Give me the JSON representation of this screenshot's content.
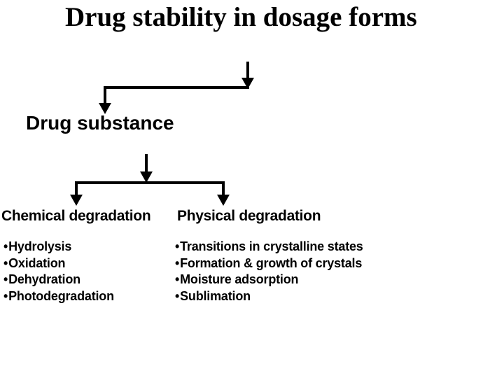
{
  "slide": {
    "title": "Drug stability in dosage forms",
    "drug_substance_label": "Drug substance",
    "bullet_char": "•",
    "chemical": {
      "heading": "Chemical degradation",
      "items": [
        "Hydrolysis",
        "Oxidation",
        "Dehydration",
        "Photodegradation"
      ]
    },
    "physical": {
      "heading": "Physical degradation",
      "items": [
        "Transitions in crystalline states",
        "Formation & growth of crystals",
        "Moisture adsorption",
        "Sublimation"
      ]
    },
    "colors": {
      "background": "#ffffff",
      "text": "#000000",
      "connector": "#000000"
    }
  }
}
